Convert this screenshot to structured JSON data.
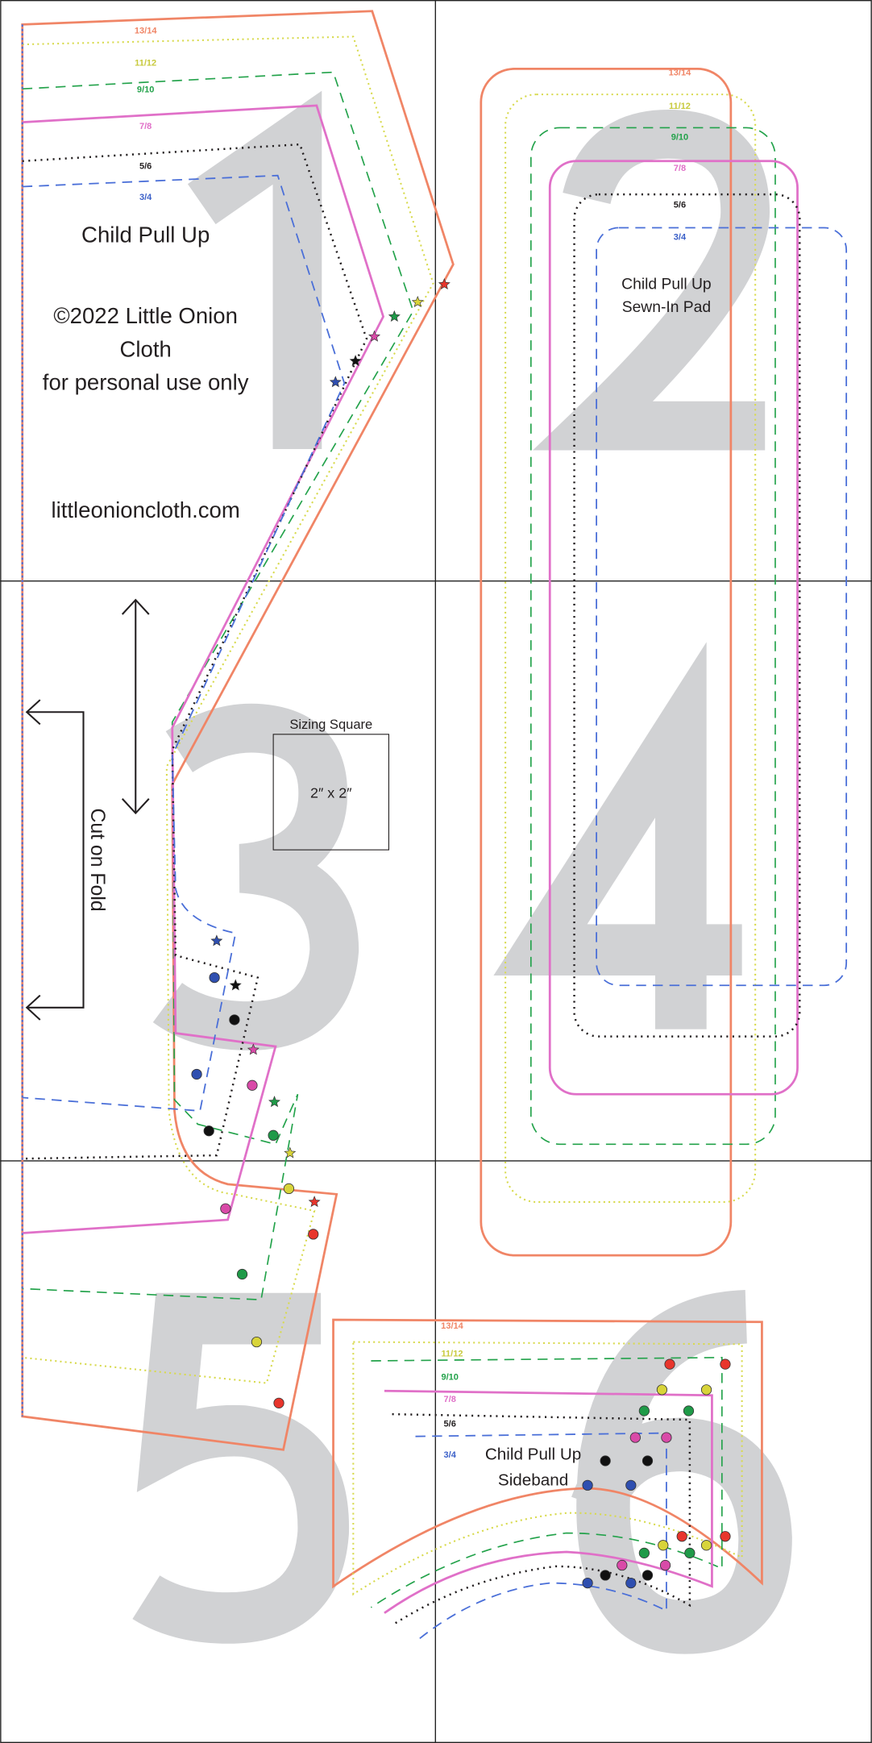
{
  "piece1": {
    "title": "Child Pull Up",
    "copyright_line1": "©2022 Little Onion",
    "copyright_line2": "Cloth",
    "copyright_line3": "for personal use only",
    "website": "littleonioncloth.com"
  },
  "piece2": {
    "title_line1": "Child Pull Up",
    "title_line2": "Sewn-In Pad"
  },
  "piece6": {
    "title_line1": "Child Pull Up",
    "title_line2": "Sideband"
  },
  "sizing_square": {
    "label": "Sizing Square",
    "size": "2″ x 2″"
  },
  "fold": {
    "label": "Cut on Fold"
  },
  "page_numbers": [
    "1",
    "2",
    "3",
    "4",
    "5",
    "6"
  ],
  "sizes": [
    {
      "label": "13/14",
      "color": "#f08566"
    },
    {
      "label": "11/12",
      "color": "#c8ca3e"
    },
    {
      "label": "9/10",
      "color": "#22a24a"
    },
    {
      "label": "7/8",
      "color": "#e070c8"
    },
    {
      "label": "5/6",
      "color": "#231f20"
    },
    {
      "label": "3/4",
      "color": "#3a5fc8"
    }
  ]
}
